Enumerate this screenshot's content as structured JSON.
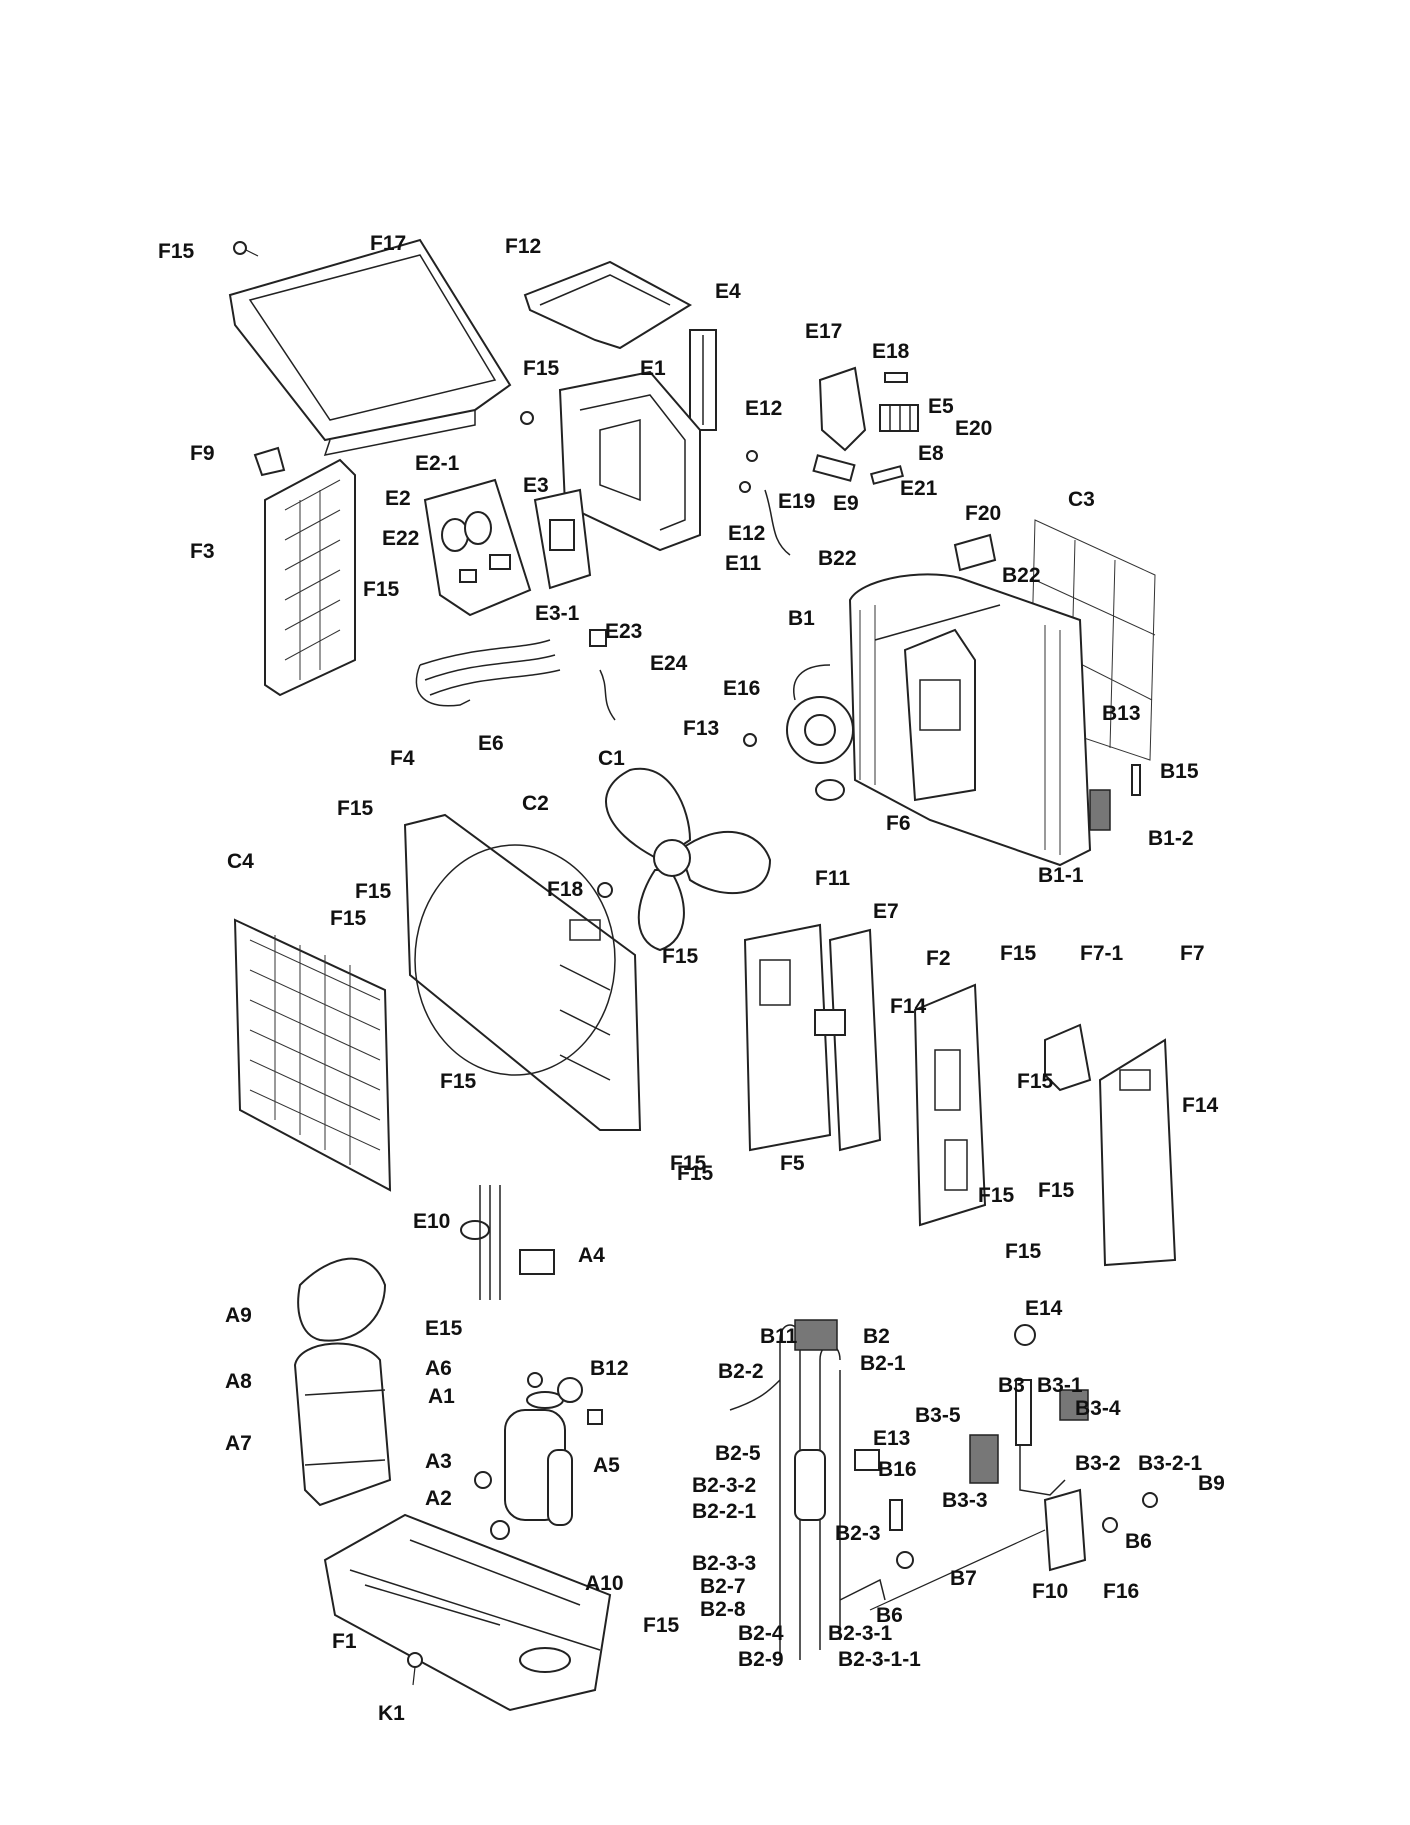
{
  "callouts": [
    "F15",
    "F17",
    "F12",
    "E4",
    "E17",
    "E18",
    "E1",
    "F15",
    "E12",
    "E5",
    "E20",
    "F9",
    "E2-1",
    "E8",
    "E2",
    "E3",
    "E19",
    "E9",
    "E21",
    "F3",
    "E22",
    "E12",
    "E11",
    "F15",
    "E3-1",
    "B22",
    "F20",
    "C3",
    "B22",
    "B1",
    "E23",
    "E24",
    "E16",
    "B13",
    "E6",
    "F13",
    "B15",
    "F4",
    "C1",
    "C2",
    "F6",
    "B1-2",
    "F15",
    "B1-1",
    "C4",
    "F18",
    "F15",
    "F15",
    "F11",
    "E7",
    "F15",
    "F2",
    "F15",
    "F7-1",
    "F7",
    "F14",
    "F15",
    "F15",
    "F14",
    "F15",
    "F5",
    "F15",
    "F15",
    "E10",
    "A4",
    "F15",
    "F15",
    "A9",
    "B11",
    "E14",
    "E15",
    "B2",
    "B2-1",
    "A6",
    "B12",
    "A8",
    "B2-2",
    "B3",
    "B3-1",
    "A1",
    "B3-4",
    "A7",
    "B3-5",
    "E13",
    "B2-5",
    "A3",
    "A5",
    "B3-2",
    "B3-2-1",
    "B16",
    "B2-3-2",
    "B9",
    "A2",
    "B2-2-1",
    "B3-3",
    "B2-3",
    "B6",
    "B2-3-3",
    "B7",
    "B2-7",
    "A10",
    "F10",
    "F16",
    "B2-8",
    "B6",
    "F15",
    "B2-4",
    "B2-3-1",
    "F1",
    "B2-9",
    "B2-3-1-1",
    "K1"
  ]
}
